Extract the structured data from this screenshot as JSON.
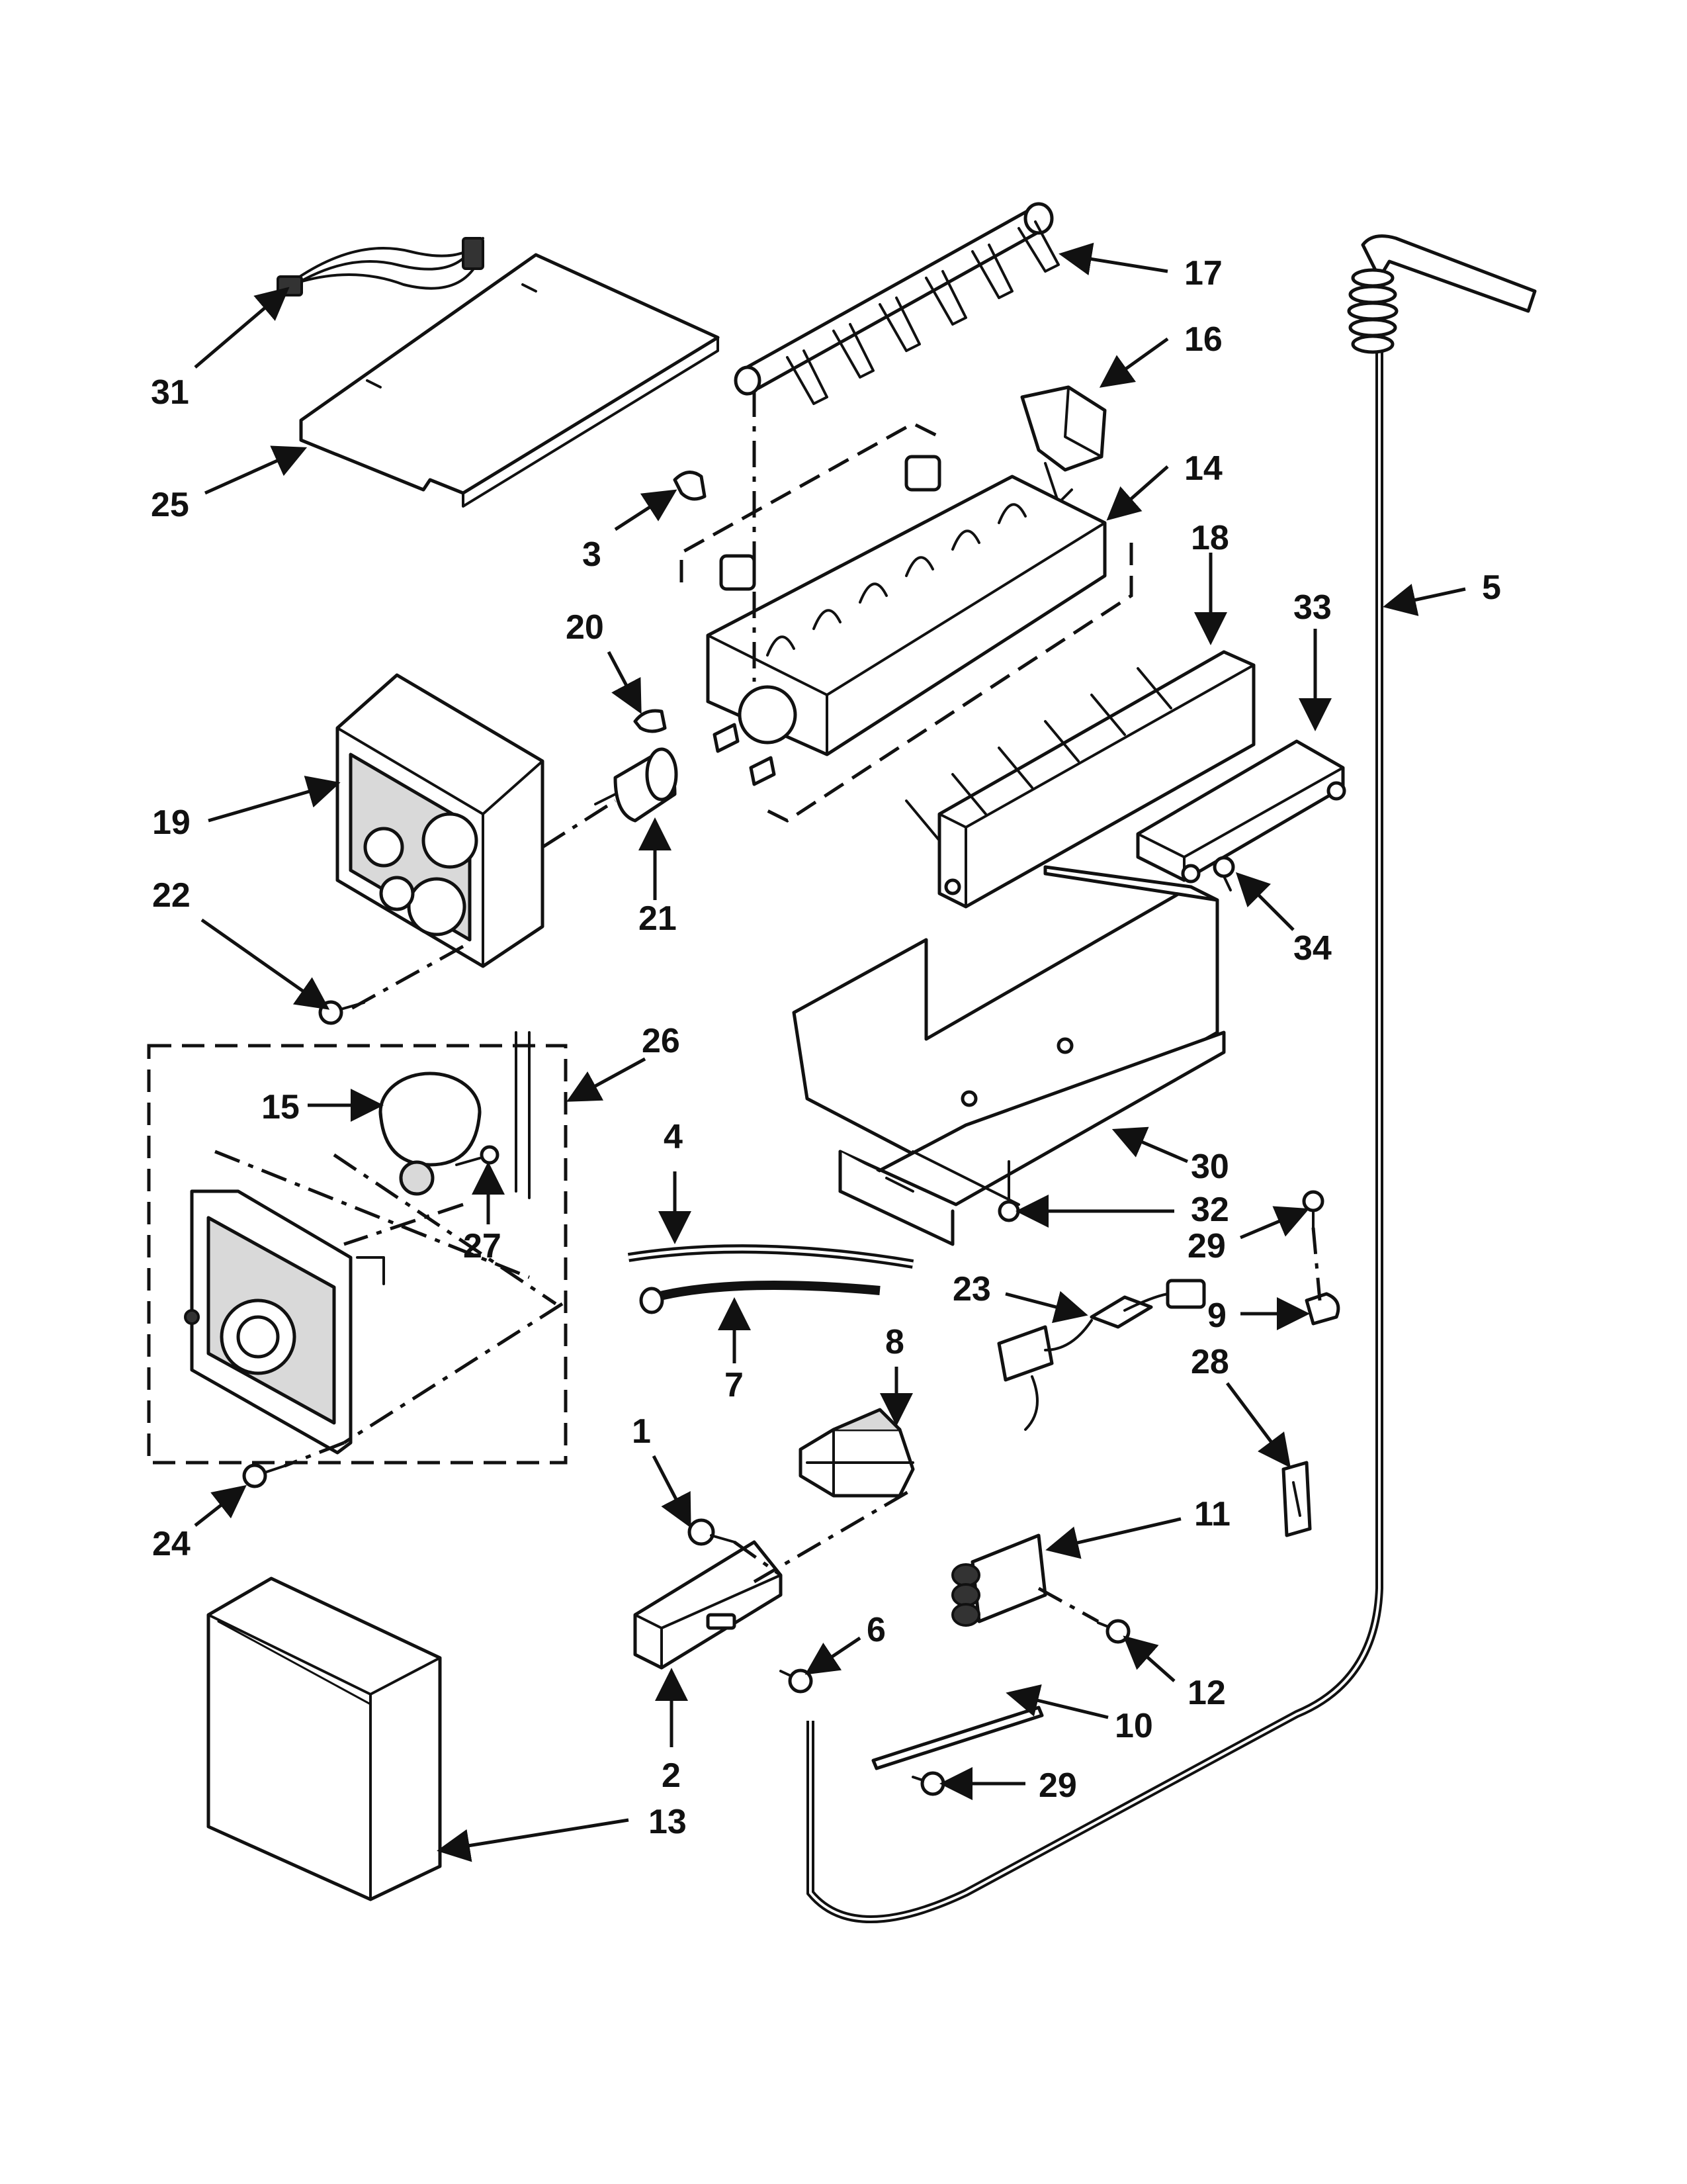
{
  "callouts": [
    {
      "id": "c31",
      "text": "31"
    },
    {
      "id": "c25",
      "text": "25"
    },
    {
      "id": "c3",
      "text": "3"
    },
    {
      "id": "c17",
      "text": "17"
    },
    {
      "id": "c16",
      "text": "16"
    },
    {
      "id": "c14",
      "text": "14"
    },
    {
      "id": "c18",
      "text": "18"
    },
    {
      "id": "c33",
      "text": "33"
    },
    {
      "id": "c5",
      "text": "5"
    },
    {
      "id": "c20",
      "text": "20"
    },
    {
      "id": "c19",
      "text": "19"
    },
    {
      "id": "c21",
      "text": "21"
    },
    {
      "id": "c22",
      "text": "22"
    },
    {
      "id": "c34",
      "text": "34"
    },
    {
      "id": "c26",
      "text": "26"
    },
    {
      "id": "c15",
      "text": "15"
    },
    {
      "id": "c27",
      "text": "27"
    },
    {
      "id": "c4",
      "text": "4"
    },
    {
      "id": "c30",
      "text": "30"
    },
    {
      "id": "c32",
      "text": "32"
    },
    {
      "id": "c29a",
      "text": "29"
    },
    {
      "id": "c23",
      "text": "23"
    },
    {
      "id": "c9",
      "text": "9"
    },
    {
      "id": "c7",
      "text": "7"
    },
    {
      "id": "c8",
      "text": "8"
    },
    {
      "id": "c28",
      "text": "28"
    },
    {
      "id": "c1",
      "text": "1"
    },
    {
      "id": "c24",
      "text": "24"
    },
    {
      "id": "c11",
      "text": "11"
    },
    {
      "id": "c6",
      "text": "6"
    },
    {
      "id": "c12",
      "text": "12"
    },
    {
      "id": "c10",
      "text": "10"
    },
    {
      "id": "c2",
      "text": "2"
    },
    {
      "id": "c29b",
      "text": "29"
    },
    {
      "id": "c13",
      "text": "13"
    }
  ]
}
